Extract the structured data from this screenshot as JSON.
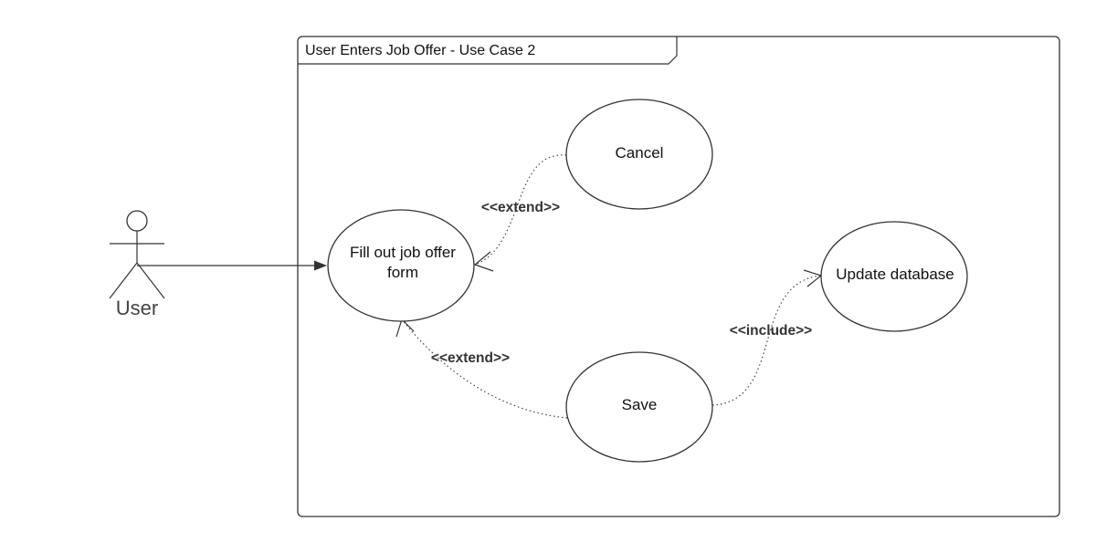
{
  "frame": {
    "title": "User Enters Job Offer - Use Case 2"
  },
  "actor": {
    "name": "User"
  },
  "use_cases": {
    "fill_form": {
      "line1": "Fill out job offer",
      "line2": "form"
    },
    "cancel": {
      "label": "Cancel"
    },
    "save": {
      "label": "Save"
    },
    "update_db": {
      "label": "Update database"
    }
  },
  "relations": {
    "cancel_extend": "<<extend>>",
    "save_extend": "<<extend>>",
    "save_include": "<<include>>"
  },
  "colors": {
    "stroke": "#333333",
    "background": "#ffffff",
    "text": "#111111"
  }
}
